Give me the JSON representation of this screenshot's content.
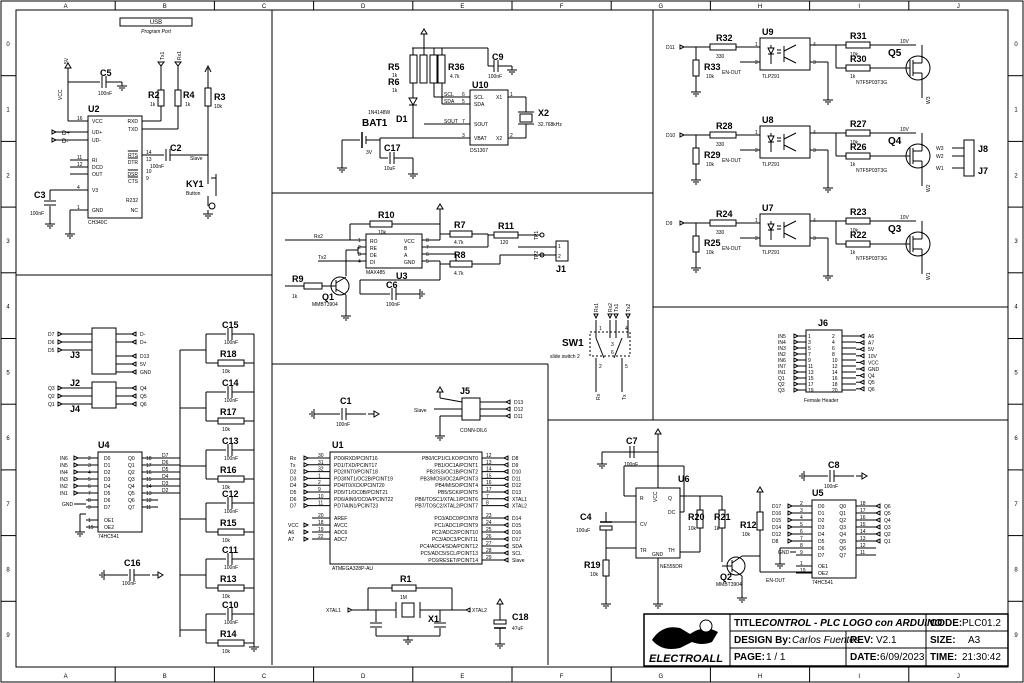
{
  "border": {
    "columns": [
      "A",
      "B",
      "C",
      "D",
      "E",
      "F",
      "G",
      "H",
      "I",
      "J"
    ],
    "rows": [
      "0",
      "1",
      "2",
      "3",
      "4",
      "5",
      "6",
      "7",
      "8",
      "9"
    ]
  },
  "usb_port": {
    "label": "USB",
    "caption": "Program Port"
  },
  "u2": {
    "ref": "U2",
    "part": "CH340C",
    "left_pins": [
      {
        "num": "16",
        "name": "VCC"
      },
      {
        "num": "",
        "name": "UD+"
      },
      {
        "num": "",
        "name": "UD-"
      },
      {
        "num": "11",
        "name": "RI"
      },
      {
        "num": "12",
        "name": "DCD"
      },
      {
        "num": "",
        "name": "OUT"
      },
      {
        "num": "4",
        "name": "V3"
      },
      {
        "num": "1",
        "name": "GND"
      }
    ],
    "right_pins": [
      {
        "num": "",
        "name": "RXD"
      },
      {
        "num": "",
        "name": "TXD"
      },
      {
        "num": "14",
        "name": "RTS"
      },
      {
        "num": "13",
        "name": "DTR"
      },
      {
        "num": "10",
        "name": "DSR"
      },
      {
        "num": "9",
        "name": "CTS"
      },
      {
        "num": "",
        "name": "R232"
      },
      {
        "num": "",
        "name": "NC"
      }
    ],
    "net_5v": "5V",
    "net_vcc": "VCC",
    "net_dp": "D+",
    "net_dm": "D-",
    "net_tx1": "Tx1",
    "net_rx1": "Rx1",
    "net_slave": "Slave"
  },
  "sec1_parts": {
    "c5": {
      "ref": "C5",
      "val": "100nF"
    },
    "r2": {
      "ref": "R2",
      "val": "1k"
    },
    "r4": {
      "ref": "R4",
      "val": "1k"
    },
    "r3": {
      "ref": "R3",
      "val": "10k"
    },
    "c2": {
      "ref": "C2",
      "val": "100nF"
    },
    "c3": {
      "ref": "C3",
      "val": "100nF"
    },
    "ky1": {
      "ref": "KY1",
      "val": "Button"
    }
  },
  "rtc": {
    "r5": {
      "ref": "R5",
      "val": "1k"
    },
    "r6": {
      "ref": "R6",
      "val": "1k"
    },
    "r36": {
      "ref": "R36",
      "val": "4.7k"
    },
    "c9": {
      "ref": "C9",
      "val": "100nF"
    },
    "d1": {
      "ref": "D1",
      "val": "1N4148W"
    },
    "bat1": {
      "ref": "BAT1",
      "val": "3V"
    },
    "c17": {
      "ref": "C17",
      "val": "10uF"
    },
    "u10": {
      "ref": "U10",
      "part": "DS1307",
      "pins": [
        "SCL",
        "SDA",
        "SOUT",
        "VBAT",
        "X1",
        "X2"
      ],
      "pin_nums": [
        "6",
        "5",
        "7",
        "3",
        "1",
        "2"
      ]
    },
    "x2": {
      "ref": "X2",
      "val": "32.768kHz"
    },
    "net_scl": "SCL",
    "net_sda": "SDA",
    "net_sout": "SOUT"
  },
  "rs485": {
    "r10": {
      "ref": "R10",
      "val": "10k"
    },
    "r7": {
      "ref": "R7",
      "val": "4.7k"
    },
    "r11": {
      "ref": "R11",
      "val": "120"
    },
    "r8": {
      "ref": "R8",
      "val": "4.7k"
    },
    "r9": {
      "ref": "R9",
      "val": "1k"
    },
    "q1": {
      "ref": "Q1",
      "val": "MMBT3904"
    },
    "c6": {
      "ref": "C6",
      "val": "100nF"
    },
    "u3": {
      "ref": "U3",
      "part": "MAX485",
      "left": [
        "RO",
        "RE",
        "DE",
        "DI"
      ],
      "right": [
        "VCC",
        "B",
        "A",
        "GND"
      ],
      "left_nums": [
        "1",
        "2",
        "3",
        "4"
      ],
      "right_nums": [
        "8",
        "7",
        "6",
        "5"
      ]
    },
    "j1": {
      "ref": "J1",
      "pins": [
        "1",
        "2"
      ]
    },
    "net_rx2": "Rx2",
    "net_tx2": "Tx2",
    "tp_a": "TP1",
    "tp_b": "TP2"
  },
  "outputs": [
    {
      "rin": {
        "ref": "R32",
        "val": "330"
      },
      "rpd": {
        "ref": "R33",
        "val": "10k"
      },
      "opto": {
        "ref": "U9",
        "val": "TLP291"
      },
      "rg": {
        "ref": "R31",
        "val": "10k"
      },
      "rs": {
        "ref": "R30",
        "val": "1k"
      },
      "q": {
        "ref": "Q5",
        "val": "NTF5P03T3G"
      },
      "din": "D11",
      "out": "W3"
    },
    {
      "rin": {
        "ref": "R28",
        "val": "330"
      },
      "rpd": {
        "ref": "R29",
        "val": "10k"
      },
      "opto": {
        "ref": "U8",
        "val": "TLP291"
      },
      "rg": {
        "ref": "R27",
        "val": "10k"
      },
      "rs": {
        "ref": "R26",
        "val": "1k"
      },
      "q": {
        "ref": "Q4",
        "val": "NTF5P03T3G"
      },
      "din": "D10",
      "out": "W2"
    },
    {
      "rin": {
        "ref": "R24",
        "val": "330"
      },
      "rpd": {
        "ref": "R25",
        "val": "10k"
      },
      "opto": {
        "ref": "U7",
        "val": "TLP291"
      },
      "rg": {
        "ref": "R23",
        "val": "10k"
      },
      "rs": {
        "ref": "R22",
        "val": "1k"
      },
      "q": {
        "ref": "Q3",
        "val": "NTF5P03T3G"
      },
      "din": "D9",
      "out": "W1"
    }
  ],
  "out_common": {
    "en_out": "EN-OUT",
    "v10": "10V",
    "opto_pins": [
      "1",
      "2",
      "3",
      "4"
    ]
  },
  "j8": {
    "ref": "J8",
    "pins": [
      "W3",
      "W2"
    ]
  },
  "j7": {
    "ref": "J7",
    "pins": [
      "W1"
    ]
  },
  "sw1": {
    "ref": "SW1",
    "val": "slide switch 2",
    "nets_top": [
      "Rx1",
      "Rx2",
      "Tx1",
      "Tx2"
    ],
    "nets_bot": [
      "Rx",
      "Tx"
    ],
    "nums": [
      "1",
      "2",
      "3",
      "4",
      "5",
      "6"
    ]
  },
  "j6": {
    "ref": "J6",
    "val": "Female Header",
    "left": [
      "IN5",
      "IN4",
      "IN3",
      "IN2",
      "IN1",
      "Q1",
      "Q2",
      "Q3"
    ],
    "right": [
      "A6",
      "A7",
      "5V",
      "10V",
      "VCC",
      "GND",
      "Q4",
      "Q5",
      "Q6"
    ],
    "left_nums": [
      "1",
      "3",
      "5",
      "7",
      "9",
      "11",
      "13",
      "15",
      "17",
      "19"
    ],
    "right_nums": [
      "2",
      "4",
      "6",
      "8",
      "10",
      "12",
      "14",
      "16",
      "18",
      "20"
    ],
    "left_extra": [
      "IN6",
      "IN7"
    ]
  },
  "j3": {
    "ref": "J3",
    "left": [
      "D7",
      "D6",
      "D5"
    ],
    "right": [
      "D-",
      "D+",
      "D13",
      "5V",
      "GND"
    ]
  },
  "j2": {
    "ref": "J2",
    "left": [
      "Q3",
      "Q2",
      "Q1"
    ],
    "right": [
      "Q4",
      "Q5",
      "Q6"
    ]
  },
  "j4": {
    "ref": "J4"
  },
  "u4": {
    "ref": "U4",
    "part": "74HC541",
    "left_pins": [
      {
        "num": "2",
        "name": "D0"
      },
      {
        "num": "3",
        "name": "D1"
      },
      {
        "num": "4",
        "name": "D2"
      },
      {
        "num": "5",
        "name": "D3"
      },
      {
        "num": "6",
        "name": "D4"
      },
      {
        "num": "7",
        "name": "D5"
      },
      {
        "num": "8",
        "name": "D6"
      },
      {
        "num": "9",
        "name": "D7"
      },
      {
        "num": "1",
        "name": "OE1"
      },
      {
        "num": "19",
        "name": "OE2"
      }
    ],
    "right_pins": [
      {
        "num": "18",
        "name": "Q0"
      },
      {
        "num": "17",
        "name": "Q1"
      },
      {
        "num": "16",
        "name": "Q2"
      },
      {
        "num": "15",
        "name": "Q3"
      },
      {
        "num": "14",
        "name": "Q4"
      },
      {
        "num": "13",
        "name": "Q5"
      },
      {
        "num": "12",
        "name": "Q6"
      },
      {
        "num": "11",
        "name": "Q7"
      }
    ],
    "inputs": [
      "IN6",
      "IN5",
      "IN4",
      "IN3",
      "IN2",
      "IN1"
    ],
    "outputs": [
      "D7",
      "D6",
      "D5",
      "D4",
      "D3",
      "D2"
    ],
    "gnd": "GND"
  },
  "filters": [
    {
      "c": {
        "ref": "C15",
        "val": "100nF"
      },
      "r": {
        "ref": "R18",
        "val": "10k"
      }
    },
    {
      "c": {
        "ref": "C14",
        "val": "100nF"
      },
      "r": {
        "ref": "R17",
        "val": "10k"
      }
    },
    {
      "c": {
        "ref": "C13",
        "val": "100nF"
      },
      "r": {
        "ref": "R16",
        "val": "10k"
      }
    },
    {
      "c": {
        "ref": "C12",
        "val": "100nF"
      },
      "r": {
        "ref": "R15",
        "val": "10k"
      }
    },
    {
      "c": {
        "ref": "C11",
        "val": "100nF"
      },
      "r": {
        "ref": "R13",
        "val": "10k"
      }
    },
    {
      "c": {
        "ref": "C10",
        "val": "100nF"
      },
      "r": {
        "ref": "R14",
        "val": "10k"
      }
    }
  ],
  "c16": {
    "ref": "C16",
    "val": "100nF"
  },
  "c1": {
    "ref": "C1",
    "val": "100nF"
  },
  "j5": {
    "ref": "J5",
    "val": "CONN-DIL6",
    "left": "Slave",
    "right": [
      "D13",
      "D12",
      "D11"
    ],
    "nums": [
      "1",
      "2",
      "3",
      "4",
      "5",
      "6"
    ]
  },
  "u1": {
    "ref": "U1",
    "part": "ATMEGA328P-AU",
    "left_pins": [
      {
        "net": "Rx",
        "num": "30",
        "name": "PD0/RXD/PCINT16"
      },
      {
        "net": "Tx",
        "num": "31",
        "name": "PD1/TXD/PCINT17"
      },
      {
        "net": "D2",
        "num": "32",
        "name": "PD2/INT0/PCINT18"
      },
      {
        "net": "D3",
        "num": "1",
        "name": "PD3/INT1/OC2B/PCINT19"
      },
      {
        "net": "D4",
        "num": "2",
        "name": "PD4/T0/XCK/PCINT20"
      },
      {
        "net": "D5",
        "num": "9",
        "name": "PD5/T1/OC0B/PCINT21"
      },
      {
        "net": "D6",
        "num": "10",
        "name": "PD6/AIN0/OC0A/PCINT22"
      },
      {
        "net": "D7",
        "num": "11",
        "name": "PD7/AIN1/PCINT23"
      }
    ],
    "left_pins2": [
      {
        "net": "",
        "num": "20",
        "name": "AREF"
      },
      {
        "net": "VCC",
        "num": "18",
        "name": "AVCC"
      },
      {
        "net": "A6",
        "num": "19",
        "name": "ADC6"
      },
      {
        "net": "A7",
        "num": "22",
        "name": "ADC7"
      }
    ],
    "right_pins": [
      {
        "net": "D8",
        "num": "12",
        "name": "PB0/ICP1/CLKO/PCINT0"
      },
      {
        "net": "D9",
        "num": "13",
        "name": "PB1/OC1A/PCINT1"
      },
      {
        "net": "D10",
        "num": "14",
        "name": "PB2/SS/OC1B/PCINT2"
      },
      {
        "net": "D11",
        "num": "15",
        "name": "PB3/MOSI/OC2A/PCINT3"
      },
      {
        "net": "D12",
        "num": "16",
        "name": "PB4/MISO/PCINT4"
      },
      {
        "net": "D13",
        "num": "17",
        "name": "PB5/SCK/PCINT5"
      },
      {
        "net": "XTAL1",
        "num": "7",
        "name": "PB6/TOSC1/XTAL1/PCINT6"
      },
      {
        "net": "XTAL2",
        "num": "8",
        "name": "PB7/TOSC2/XTAL2/PCINT7"
      }
    ],
    "right_pins2": [
      {
        "net": "D14",
        "num": "23",
        "name": "PC0/ADC0/PCINT8"
      },
      {
        "net": "D15",
        "num": "24",
        "name": "PC1/ADC1/PCINT9"
      },
      {
        "net": "D16",
        "num": "25",
        "name": "PC2/ADC2/PCINT10"
      },
      {
        "net": "D17",
        "num": "26",
        "name": "PC3/ADC3/PCINT11"
      },
      {
        "net": "SDA",
        "num": "27",
        "name": "PC4/ADC4/SDA/PCINT12"
      },
      {
        "net": "SCL",
        "num": "28",
        "name": "PC5/ADC5/SCL/PCINT13"
      },
      {
        "net": "Slave",
        "num": "29",
        "name": "PC6/RESET/PCINT14"
      }
    ]
  },
  "crystal": {
    "r1": {
      "ref": "R1",
      "val": "1M"
    },
    "x1": {
      "ref": "X1"
    },
    "xtal1": "XTAL1",
    "xtal2": "XTAL2",
    "c18": {
      "ref": "C18",
      "val": "47uF"
    }
  },
  "timer": {
    "c7": {
      "ref": "C7",
      "val": "100nF"
    },
    "c4": {
      "ref": "C4",
      "val": "100uF"
    },
    "r19": {
      "ref": "R19",
      "val": "10k"
    },
    "r20": {
      "ref": "R20",
      "val": "10k"
    },
    "r21": {
      "ref": "R21",
      "val": "1k"
    },
    "r12": {
      "ref": "R12",
      "val": "10k"
    },
    "q2": {
      "ref": "Q2",
      "val": "MMBT3904"
    },
    "u6": {
      "ref": "U6",
      "part": "NE555DR",
      "left": [
        "R",
        "CV",
        "TR"
      ],
      "right": [
        "Q",
        "DC",
        "TH"
      ],
      "top": "VCC",
      "bottom": "GND",
      "nums": [
        "4",
        "8",
        "3",
        "7",
        "5",
        "6",
        "2",
        "1"
      ]
    },
    "en_out": "EN-OUT"
  },
  "c8": {
    "ref": "C8",
    "val": "100nF"
  },
  "u5": {
    "ref": "U5",
    "part": "74HC541",
    "left_pins": [
      {
        "net": "D17",
        "name": "D0"
      },
      {
        "net": "D16",
        "name": "D1"
      },
      {
        "net": "D15",
        "name": "D2"
      },
      {
        "net": "D14",
        "name": "D3"
      },
      {
        "net": "D12",
        "name": "D4"
      },
      {
        "net": "D8",
        "name": "D5"
      },
      {
        "net": "",
        "name": "D6"
      },
      {
        "net": "",
        "name": "D7"
      },
      {
        "net": "EN-OUT",
        "name": "OE1"
      },
      {
        "net": "",
        "name": "OE2"
      }
    ],
    "right_pins": [
      {
        "net": "Q6",
        "name": "Q0"
      },
      {
        "net": "Q5",
        "name": "Q1"
      },
      {
        "net": "Q4",
        "name": "Q2"
      },
      {
        "net": "Q3",
        "name": "Q3"
      },
      {
        "net": "Q2",
        "name": "Q4"
      },
      {
        "net": "Q1",
        "name": "Q5"
      },
      {
        "net": "",
        "name": "Q6"
      },
      {
        "net": "",
        "name": "Q7"
      }
    ],
    "left_nums": [
      "2",
      "3",
      "4",
      "5",
      "6",
      "7",
      "8",
      "9",
      "1",
      "19"
    ],
    "right_nums": [
      "18",
      "17",
      "16",
      "15",
      "14",
      "13",
      "12",
      "11"
    ],
    "gnd": "GND"
  },
  "title_block": {
    "title_label": "TITLE:",
    "title": "CONTROL - PLC LOGO con ARDUINO",
    "code_label": "CODE:",
    "code": "PLC01.2",
    "design_label": "DESIGN By:",
    "designer": "Carlos Fuentes",
    "rev_label": "REV:",
    "rev": "V2.1",
    "size_label": "SIZE:",
    "size": "A3",
    "page_label": "PAGE:",
    "page": "1 / 1",
    "date_label": "DATE:",
    "date": "6/09/2023",
    "time_label": "TIME:",
    "time": "21:30:42",
    "logo_text": "ELECTROALL"
  }
}
